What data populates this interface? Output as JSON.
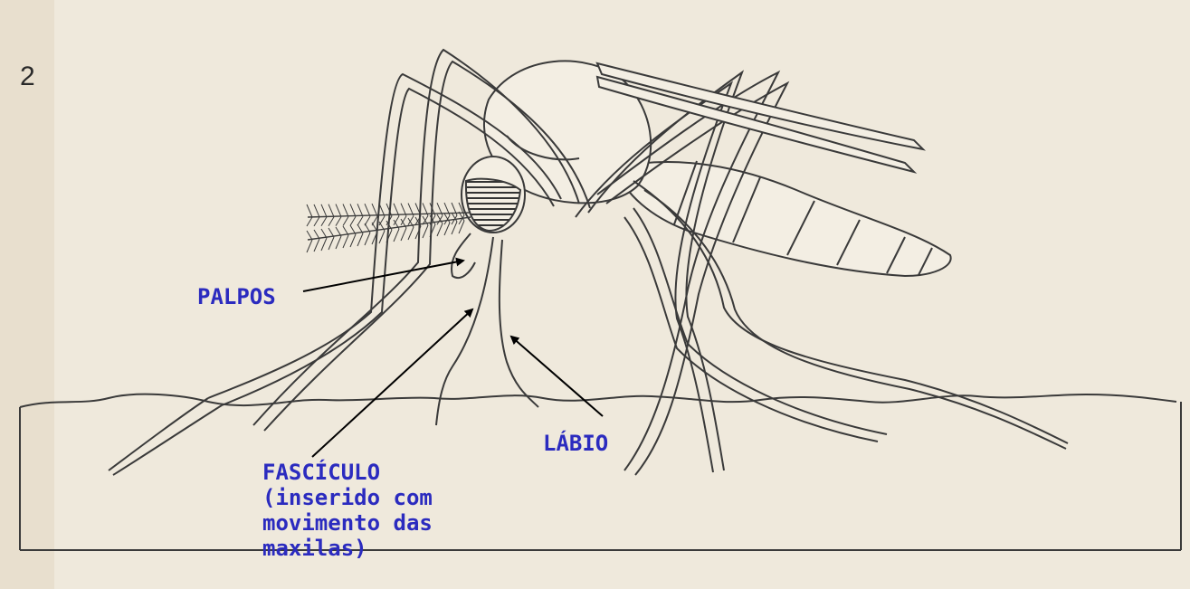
{
  "figure": {
    "number": "2"
  },
  "labels": {
    "palpos": "PALPOS",
    "labio": "LÁBIO",
    "fasciculo_title": "FASCÍCULO",
    "fasciculo_note_1": "(inserido com",
    "fasciculo_note_2": "movimento das",
    "fasciculo_note_3": "maxilas)"
  },
  "colors": {
    "background": "#efe9dc",
    "drawing_ink": "#3a3a3a",
    "label_text": "#2b2bbf",
    "arrow": "#000000"
  }
}
